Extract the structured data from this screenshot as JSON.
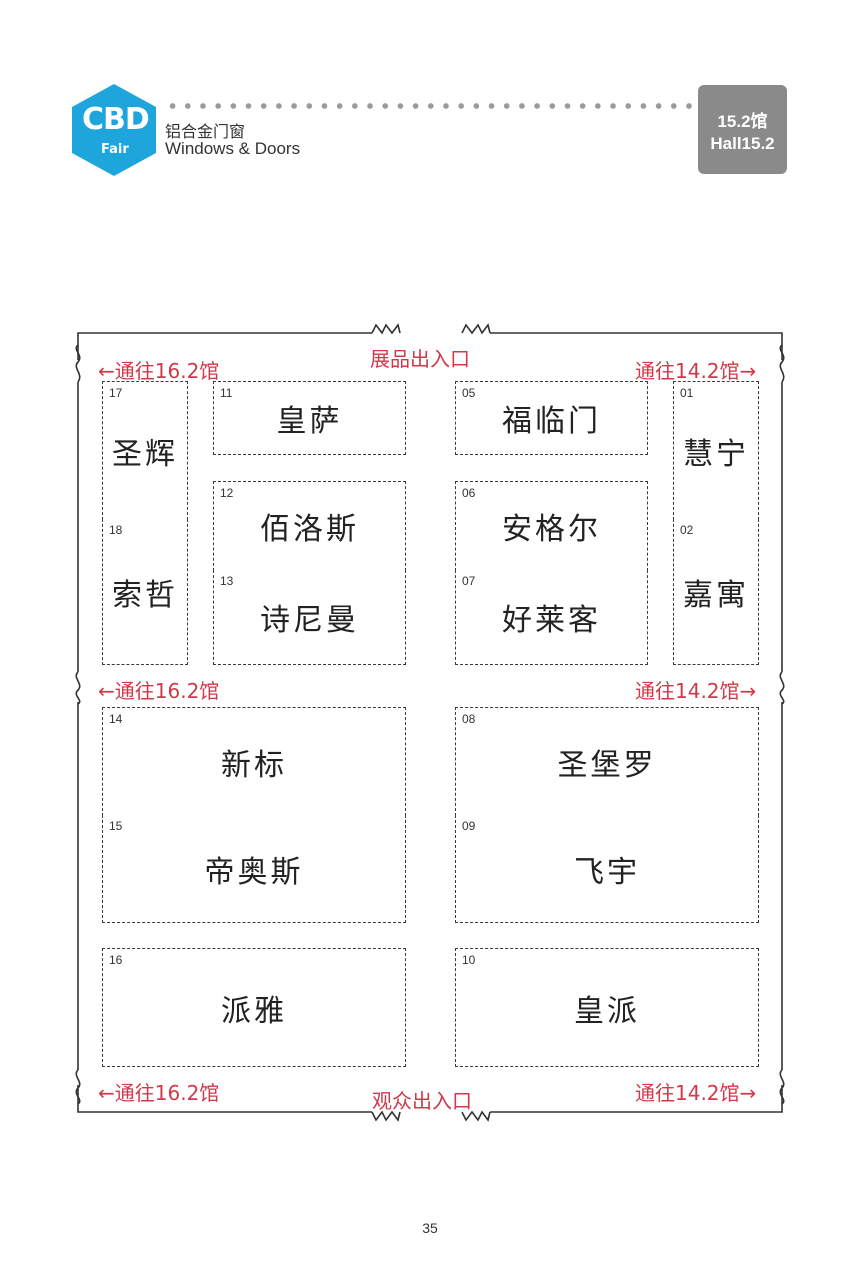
{
  "header": {
    "logo": {
      "cbd": "CBD",
      "fair": "Fair",
      "color": "#1ea5dc"
    },
    "category_zh": "铝合金门窗",
    "category_en": "Windows & Doors",
    "hall_zh": "15.2馆",
    "hall_en": "Hall15.2"
  },
  "floor_plan": {
    "entrance_top": "展品出入口",
    "entrance_bottom": "观众出入口",
    "to_16": "←通往16.2馆",
    "to_14": "通往14.2馆→",
    "booths": [
      {
        "num": "17",
        "name": "圣辉"
      },
      {
        "num": "18",
        "name": "索哲"
      },
      {
        "num": "11",
        "name": "皇萨"
      },
      {
        "num": "12",
        "name": "佰洛斯"
      },
      {
        "num": "13",
        "name": "诗尼曼"
      },
      {
        "num": "05",
        "name": "福临门"
      },
      {
        "num": "06",
        "name": "安格尔"
      },
      {
        "num": "07",
        "name": "好莱客"
      },
      {
        "num": "01",
        "name": "慧宁"
      },
      {
        "num": "02",
        "name": "嘉寓"
      },
      {
        "num": "14",
        "name": "新标"
      },
      {
        "num": "15",
        "name": "帝奥斯"
      },
      {
        "num": "08",
        "name": "圣堡罗"
      },
      {
        "num": "09",
        "name": "飞宇"
      },
      {
        "num": "16",
        "name": "派雅"
      },
      {
        "num": "10",
        "name": "皇派"
      }
    ],
    "accent_color": "#d0394a"
  },
  "page_number": "35"
}
